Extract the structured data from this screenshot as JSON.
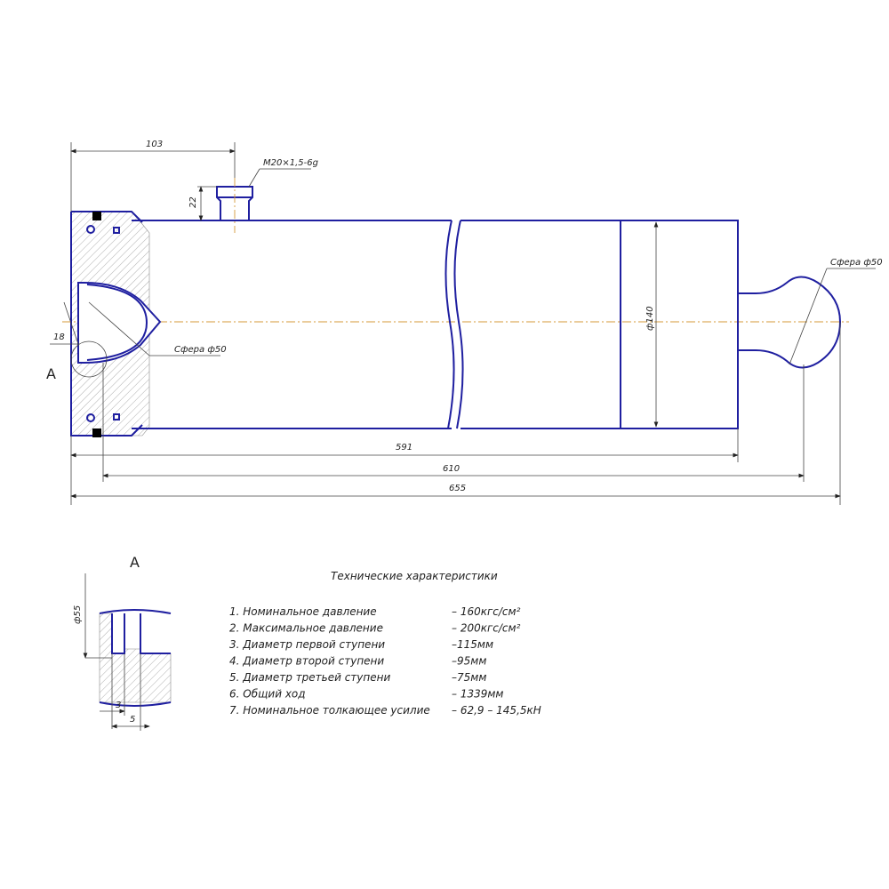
{
  "dimensions": {
    "len_103": "103",
    "thread": "M20×1,5-6g",
    "h_22": "22",
    "d_140": "ф140",
    "sphere_right": "Сфера ф50",
    "sphere_left": "Сфера ф50",
    "dim_18": "18",
    "len_591": "591",
    "len_610": "610",
    "len_655": "655",
    "detail_d55": "ф55",
    "detail_3": "3",
    "detail_5": "5"
  },
  "labels": {
    "view_a": "А",
    "detail_a_title": "А"
  },
  "specs": {
    "title": "Технические характеристики",
    "items": [
      {
        "name": "1. Номинальное давление",
        "value": "– 160кгс/см²"
      },
      {
        "name": "2. Максимальное давление",
        "value": "– 200кгс/см²"
      },
      {
        "name": "3. Диаметр первой ступени",
        "value": "–115мм"
      },
      {
        "name": "4. Диаметр второй ступени",
        "value": "–95мм"
      },
      {
        "name": "5. Диаметр третьей ступени",
        "value": "–75мм"
      },
      {
        "name": "6. Общий ход",
        "value": "– 1339мм"
      },
      {
        "name": "7. Номинальное толкающее усилие",
        "value": "– 62,9 – 145,5кН"
      }
    ]
  },
  "colors": {
    "outline": "#1f1fa0",
    "centerline": "#d49a3a"
  }
}
